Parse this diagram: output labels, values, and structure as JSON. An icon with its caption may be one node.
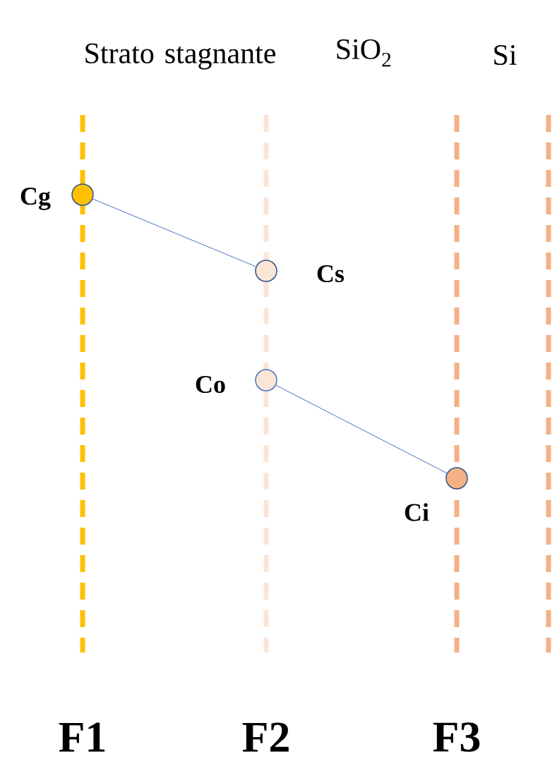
{
  "diagram": {
    "nodes": [
      {
        "text": [],
        "shape": "circle",
        "beside": [
          "Cg"
        ]
      },
      {
        "text": [],
        "shape": "circle",
        "beside": [
          "Cs"
        ]
      },
      {
        "text": [],
        "shape": "circle",
        "beside": [
          "Co"
        ]
      },
      {
        "text": [],
        "shape": "circle",
        "beside": [
          "Ci"
        ]
      }
    ],
    "edges": [
      {
        "from": 0,
        "to": 1,
        "arrow": "none"
      },
      {
        "from": 2,
        "to": 3,
        "arrow": "none"
      }
    ],
    "labels": [
      "Strato stagnante",
      "SiO$_{2}$",
      "Si",
      "F1",
      "F2",
      "F3"
    ]
  }
}
